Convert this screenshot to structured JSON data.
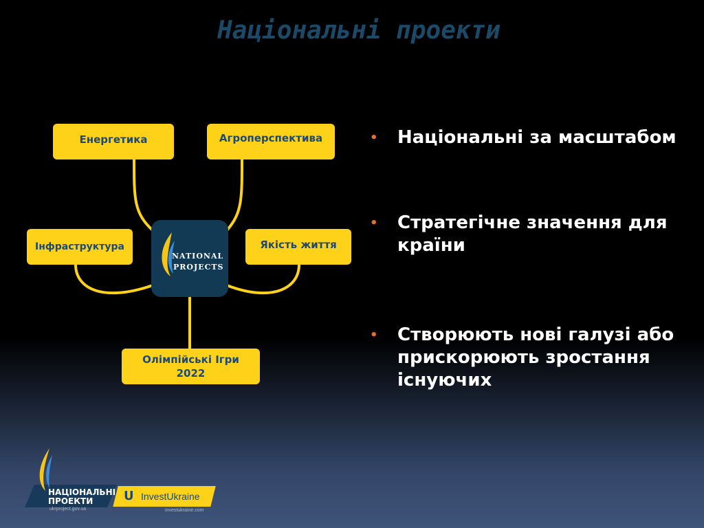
{
  "slide": {
    "title": "Національні проекти"
  },
  "diagram": {
    "center_logo": {
      "line1": "NATIONAL",
      "line2": "PROJECTS"
    },
    "nodes": [
      {
        "label": "Енергетика"
      },
      {
        "label": "Агроперспектива"
      },
      {
        "label": "Інфраструктура"
      },
      {
        "label": "Якість життя"
      },
      {
        "label": "Олімпійські Ігри 2022"
      }
    ],
    "colors": {
      "node_fill": "#ffd21a",
      "node_text": "#1d4a72",
      "connector": "#ffd21a",
      "center_fill": "#123a55"
    }
  },
  "bullets": [
    {
      "text": "Національні за масштабом"
    },
    {
      "text": "Стратегічне значення для країни"
    },
    {
      "text": "Створюють нові галузі або прискорюють зростання існуючих"
    }
  ],
  "footer": {
    "np_logo_line1": "НАЦІОНАЛЬНІ",
    "np_logo_line2": "ПРОЕКТИ",
    "np_url": "ukrproject.gov.ua",
    "iu_logo_text": "InvestUkraine",
    "iu_url": "investukraine.com"
  }
}
